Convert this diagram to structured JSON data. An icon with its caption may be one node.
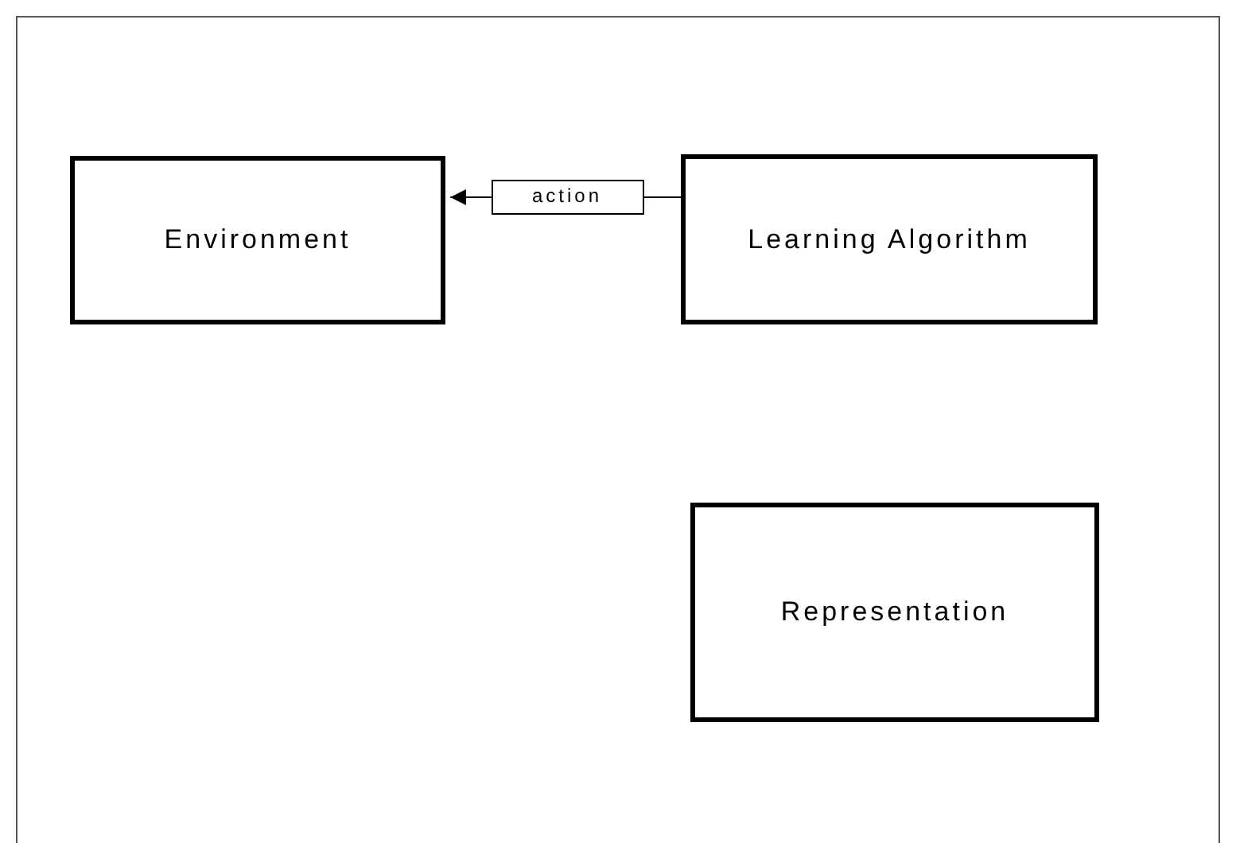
{
  "diagram": {
    "nodes": [
      {
        "text": [
          "Environment"
        ]
      },
      {
        "text": [
          "Learning Algorithm"
        ]
      },
      {
        "text": [
          "Representation"
        ]
      }
    ],
    "edges": [
      {
        "from": 1,
        "to": 0,
        "arrow": "to",
        "label": "action"
      }
    ]
  }
}
